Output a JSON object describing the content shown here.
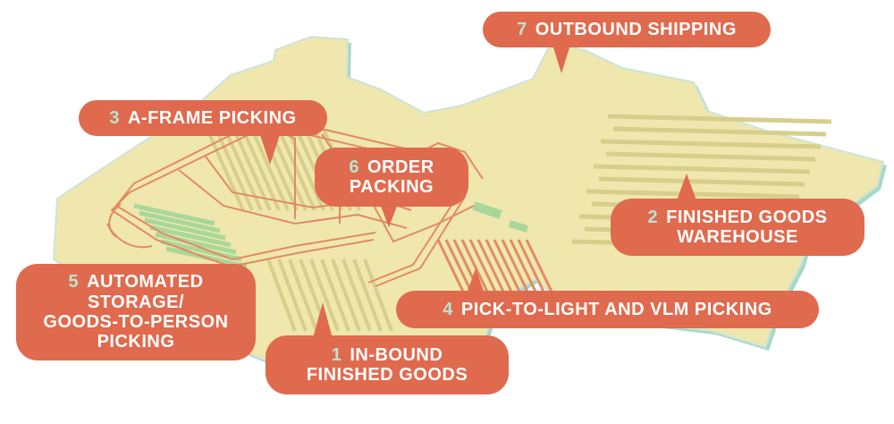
{
  "colors": {
    "floor": "#efe7ad",
    "floor_edge": "#cde3d8",
    "floor_shadow": "#a8d8c8",
    "shelving": "#d7ce8c",
    "conveyor": "#e28a63",
    "callout": "#e06a4e",
    "callout_text": "#ffffff",
    "number": "#b9e3cf",
    "storage_green": "#a9d79a"
  },
  "callouts": [
    {
      "id": "outbound-shipping",
      "number": "7",
      "lines": [
        "OUTBOUND SHIPPING"
      ]
    },
    {
      "id": "a-frame-picking",
      "number": "3",
      "lines": [
        "A-FRAME PICKING"
      ]
    },
    {
      "id": "order-packing",
      "number": "6",
      "lines": [
        "ORDER",
        "PACKING"
      ]
    },
    {
      "id": "finished-goods-warehouse",
      "number": "2",
      "lines": [
        "FINISHED GOODS",
        "WAREHOUSE"
      ]
    },
    {
      "id": "automated-storage",
      "number": "5",
      "lines": [
        "AUTOMATED",
        "STORAGE/",
        "GOODS-TO-PERSON",
        "PICKING"
      ]
    },
    {
      "id": "pick-to-light",
      "number": "4",
      "lines": [
        "PICK-TO-LIGHT AND VLM PICKING"
      ]
    },
    {
      "id": "in-bound-finished-goods",
      "number": "1",
      "lines": [
        "IN-BOUND",
        "FINISHED GOODS"
      ]
    }
  ]
}
